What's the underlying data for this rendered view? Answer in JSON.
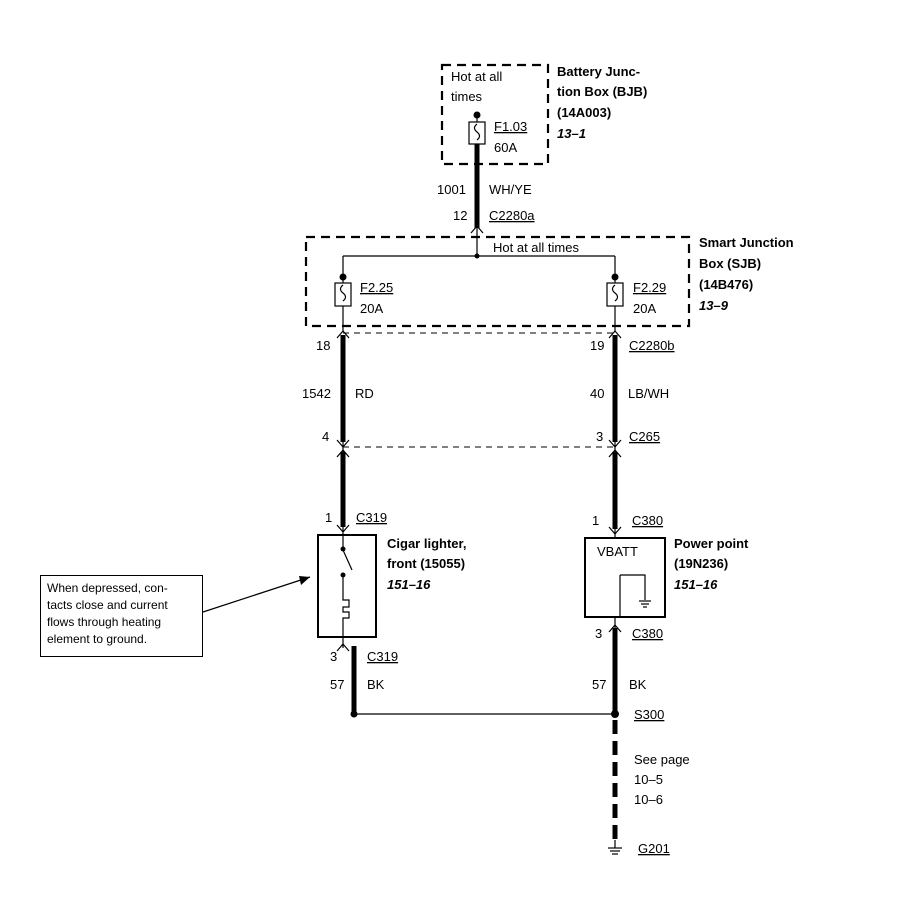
{
  "bjb": {
    "hot_line1": "Hot at all",
    "hot_line2": "times",
    "fuse_id": "F1.03",
    "fuse_rating": "60A",
    "name_line1": "Battery Junc-",
    "name_line2": "tion Box (BJB)",
    "part": "(14A003)",
    "ref": "13–1"
  },
  "feed_wire": {
    "circuit": "1001",
    "color": "WH/YE",
    "pin": "12",
    "connector": "C2280a"
  },
  "sjb": {
    "hot": "Hot at all times",
    "fuse_left_id": "F2.25",
    "fuse_left_rating": "20A",
    "fuse_right_id": "F2.29",
    "fuse_right_rating": "20A",
    "name_line1": "Smart Junction",
    "name_line2": "Box (SJB)",
    "part": "(14B476)",
    "ref": "13–9"
  },
  "left_branch": {
    "pin_top": "18",
    "circuit": "1542",
    "color": "RD",
    "pin_c265": "4",
    "pin_c319_top": "1",
    "connector_c319_top": "C319",
    "pin_c319_bot": "3",
    "connector_c319_bot": "C319",
    "gnd_circuit": "57",
    "gnd_color": "BK"
  },
  "right_branch": {
    "pin_top": "19",
    "connector_top": "C2280b",
    "circuit": "40",
    "color": "LB/WH",
    "pin_c265": "3",
    "connector_c265": "C265",
    "pin_c380_top": "1",
    "connector_c380_top": "C380",
    "pin_c380_bot": "3",
    "connector_c380_bot": "C380",
    "gnd_circuit": "57",
    "gnd_color": "BK"
  },
  "cigar": {
    "name_line1": "Cigar lighter,",
    "name_line2": "front (15055)",
    "ref": "151–16"
  },
  "power_point": {
    "vbatt": "VBATT",
    "name_line1": "Power point",
    "name_line2": "(19N236)",
    "ref": "151–16"
  },
  "note": {
    "line1": "When depressed, con-",
    "line2": "tacts close and current",
    "line3": "flows through heating",
    "line4": "element to ground."
  },
  "splice": "S300",
  "see_page": {
    "line1": "See page",
    "line2": "10–5",
    "line3": "10–6"
  },
  "ground": "G201"
}
